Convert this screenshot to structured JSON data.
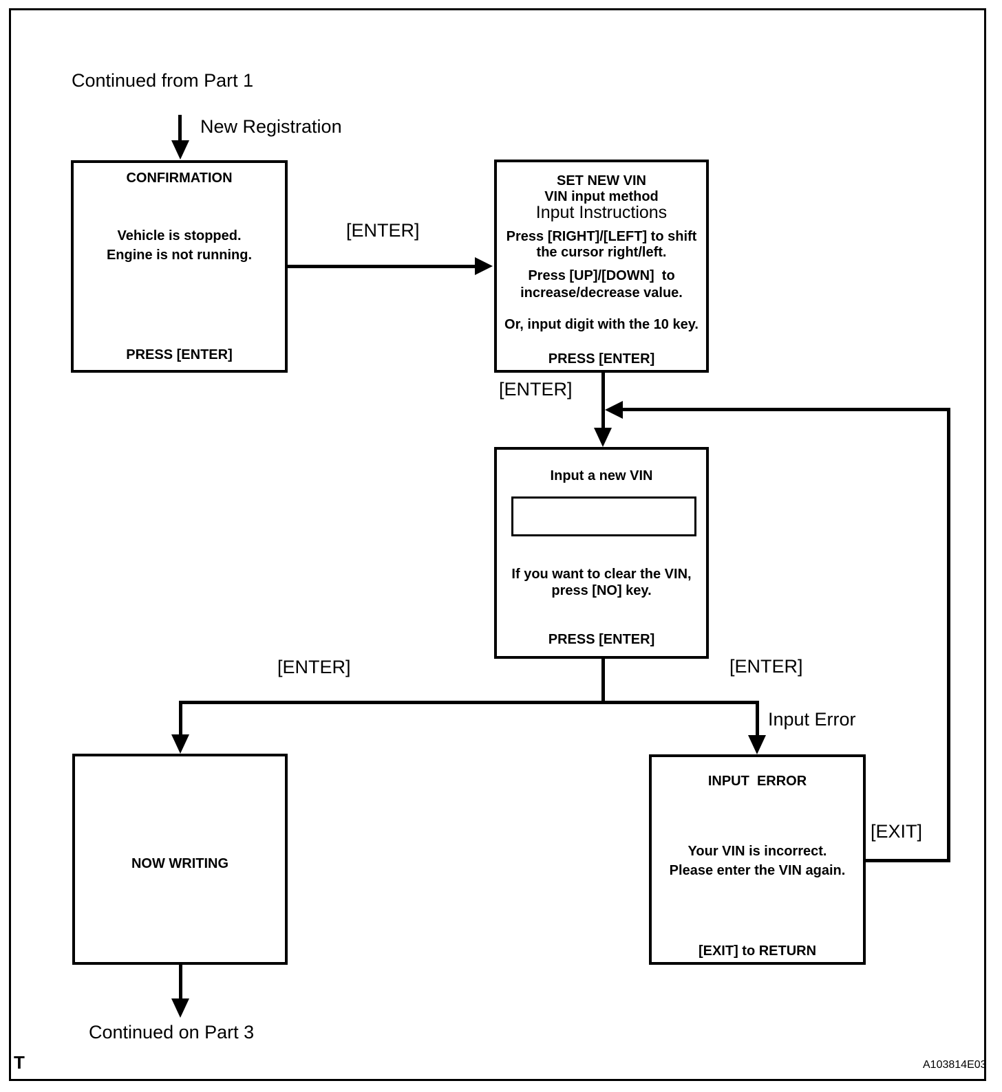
{
  "page": {
    "continued_from": "Continued from Part 1",
    "continued_on": "Continued on Part 3",
    "page_marker": "T",
    "figure_id": "A103814E03",
    "ink_color": "#000000",
    "background_color": "#ffffff"
  },
  "flow_labels": {
    "new_registration": "New Registration",
    "enter_confirm_to_setvin": "[ENTER]",
    "enter_setvin_to_input": "[ENTER]",
    "enter_to_writing": "[ENTER]",
    "enter_to_error": "[ENTER]",
    "input_error": "Input Error",
    "exit_return": "[EXIT]"
  },
  "boxes": {
    "confirmation": {
      "title": "CONFIRMATION",
      "line1": "Vehicle is stopped.",
      "line2": "Engine is not running.",
      "footer": "PRESS [ENTER]"
    },
    "set_new_vin": {
      "title": "SET NEW VIN",
      "subtitle": "VIN input method",
      "heading": "Input Instructions",
      "line1": "Press [RIGHT]/[LEFT] to shift",
      "line2": "the cursor right/left.",
      "line3": "Press [UP]/[DOWN]  to",
      "line4": "increase/decrease value.",
      "line5": "Or, input digit with the 10 key.",
      "footer": "PRESS [ENTER]"
    },
    "input_new_vin": {
      "title": "Input a new VIN",
      "field_value": "",
      "line1": "If you want to clear the VIN,",
      "line2": "press [NO] key.",
      "footer": "PRESS [ENTER]"
    },
    "now_writing": {
      "title": "NOW WRITING"
    },
    "input_error": {
      "title": "INPUT  ERROR",
      "line1": "Your VIN is incorrect.",
      "line2": "Please enter the VIN again.",
      "footer": "[EXIT] to RETURN"
    }
  }
}
